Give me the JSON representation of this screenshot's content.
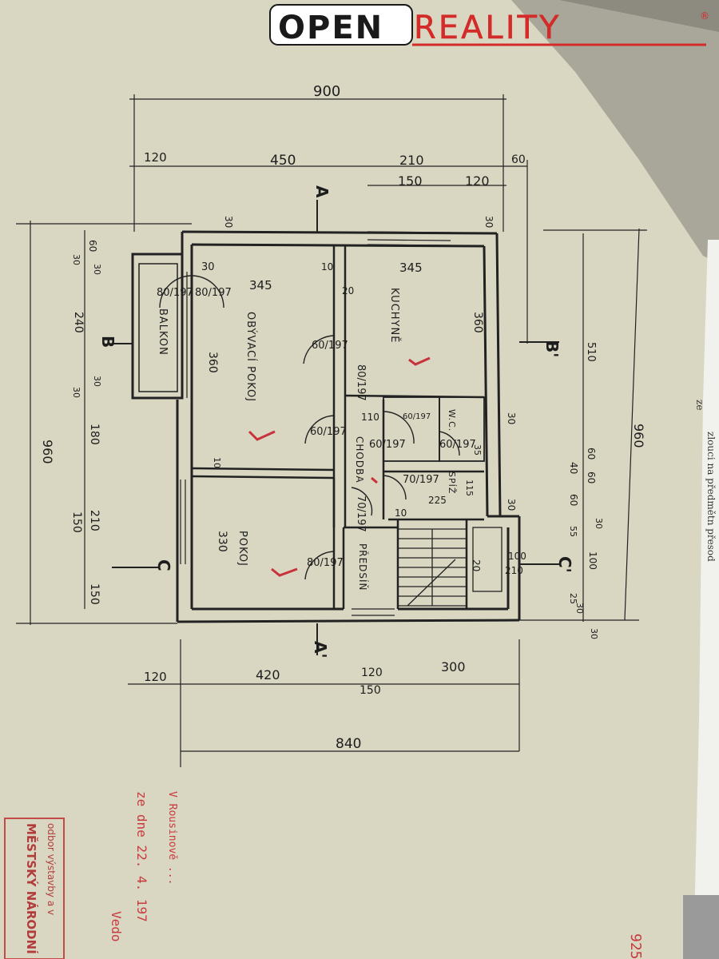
{
  "brand": {
    "logo_part1": "OPEN",
    "logo_part2": "REALITY",
    "registered": "®",
    "colors": {
      "dark": "#1a1a1a",
      "red": "#d32a2a"
    }
  },
  "plan": {
    "rooms": {
      "balkon": "BALKON",
      "obyvaci_pokoj": "OBÝVACÍ POKOJ",
      "kuchyne": "KUCHYNĚ",
      "pokoj": "POKOJ",
      "chodba": "CHODBA",
      "predsin": "PŘEDSÍŇ",
      "spiz": "SPÍŽ",
      "wc": "W.C."
    },
    "section_marks": {
      "a_top": "A",
      "a_bottom": "A'",
      "b_left": "B",
      "b_right": "B'",
      "c_left": "C",
      "c_right": "C'"
    },
    "dims_top": {
      "total": "900",
      "d120": "120",
      "d450": "450",
      "d210": "210",
      "d150": "150",
      "d120b": "120",
      "d60": "60"
    },
    "dims_bottom": {
      "total": "840",
      "d120": "120",
      "d420": "420",
      "d120b": "120",
      "d150": "150",
      "d300": "300"
    },
    "dims_left": {
      "total": "960",
      "d60": "60",
      "d30a": "30",
      "d30b": "30",
      "d240": "240",
      "d30c": "30",
      "d30d": "30",
      "d180": "180",
      "d210": "210",
      "d150a": "150",
      "d150b": "150"
    },
    "dims_right": {
      "total": "960",
      "d510": "510",
      "d60a": "60",
      "d40": "40",
      "d60b": "60",
      "d55": "55",
      "d100": "100",
      "d25": "25",
      "d30a": "30",
      "d30b": "30",
      "d30c": "30",
      "d30d": "30",
      "d30e": "30"
    },
    "interior_dims": {
      "obyvaci_w": "345",
      "obyvaci_h": "360",
      "kuchyne_w": "345",
      "kuchyne_h": "360",
      "pokoj_h": "330",
      "w30a": "30",
      "w30b": "30",
      "w30c": "30",
      "w10a": "10",
      "w10b": "10",
      "w10c": "10",
      "w20": "20",
      "w110": "110",
      "w225": "225",
      "w115": "115",
      "w35": "35",
      "w20b": "20",
      "w100": "100",
      "w210": "210"
    },
    "doors": {
      "balkon_a": "80/197",
      "balkon_b": "80/197",
      "kuchyne": "60/197",
      "kuchyne_b": "80/197",
      "obyvaci": "60/197",
      "chodba": "60/197",
      "koupelna": "70/197",
      "spiz": "60/197",
      "predsin": "70/197",
      "pokoj": "80/197",
      "wc": "60/197"
    }
  },
  "notes": {
    "line1": "V Rousinově ... ",
    "line2": "ze dne 22. 4. 197",
    "line3": "Vedo",
    "right_edge_a": "zlouci na předmětn přesod",
    "right_edge_b": "ze",
    "corner_red": "925"
  },
  "stamp": {
    "line1": "MĚSTSKÝ NÁRODNÍ",
    "line2": "odbor výstavby a v"
  }
}
